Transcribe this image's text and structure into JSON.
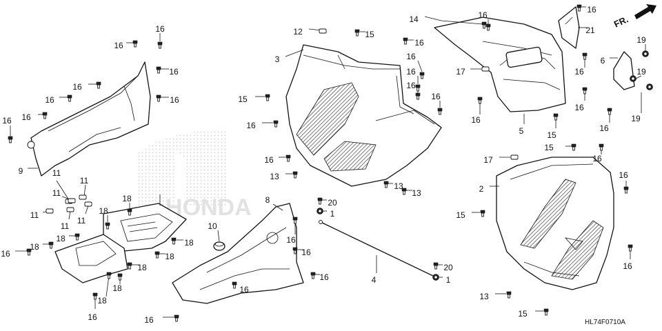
{
  "diagram": {
    "direction_label": "FR.",
    "drawing_code": "HL74F0710A",
    "watermark": "HONDA",
    "colors": {
      "ink": "#111111",
      "paper": "#ffffff",
      "watermark": "#d8d8d8",
      "mesh": "#444444"
    },
    "part_numbers": [
      "1",
      "2",
      "3",
      "4",
      "5",
      "6",
      "8",
      "9",
      "10",
      "11",
      "12",
      "13",
      "14",
      "15",
      "16",
      "17",
      "18",
      "19",
      "20",
      "21"
    ]
  }
}
